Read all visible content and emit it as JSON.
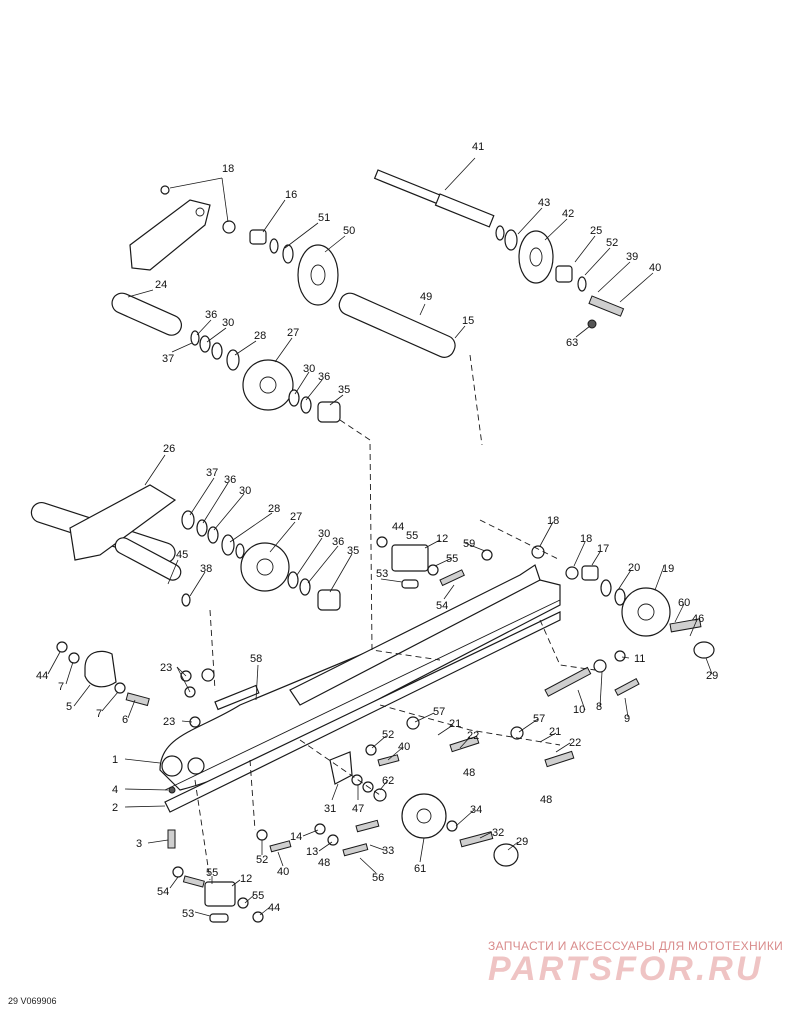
{
  "reference_code": "29 V069906",
  "watermark": {
    "tagline": "ЗАПЧАСТИ И АКСЕССУАРЫ ДЛЯ МОТОТЕХНИКИ",
    "logo": "PARTSFOR.RU"
  },
  "callouts": [
    "41",
    "18",
    "16",
    "51",
    "50",
    "43",
    "42",
    "25",
    "52",
    "39",
    "40",
    "63",
    "24",
    "49",
    "15",
    "36",
    "30",
    "28",
    "27",
    "37",
    "30",
    "36",
    "35",
    "26",
    "37",
    "36",
    "30",
    "28",
    "27",
    "45",
    "38",
    "30",
    "36",
    "35",
    "44",
    "55",
    "12",
    "55",
    "53",
    "54",
    "59",
    "18",
    "18",
    "17",
    "20",
    "19",
    "60",
    "46",
    "29",
    "11",
    "44",
    "7",
    "5",
    "7",
    "6",
    "23",
    "58",
    "23",
    "57",
    "21",
    "22",
    "52",
    "40",
    "48",
    "57",
    "21",
    "22",
    "48",
    "10",
    "8",
    "9",
    "1",
    "4",
    "2",
    "3",
    "31",
    "47",
    "62",
    "14",
    "13",
    "48",
    "52",
    "40",
    "33",
    "56",
    "61",
    "34",
    "32",
    "29",
    "54",
    "55",
    "12",
    "53",
    "55",
    "44"
  ]
}
